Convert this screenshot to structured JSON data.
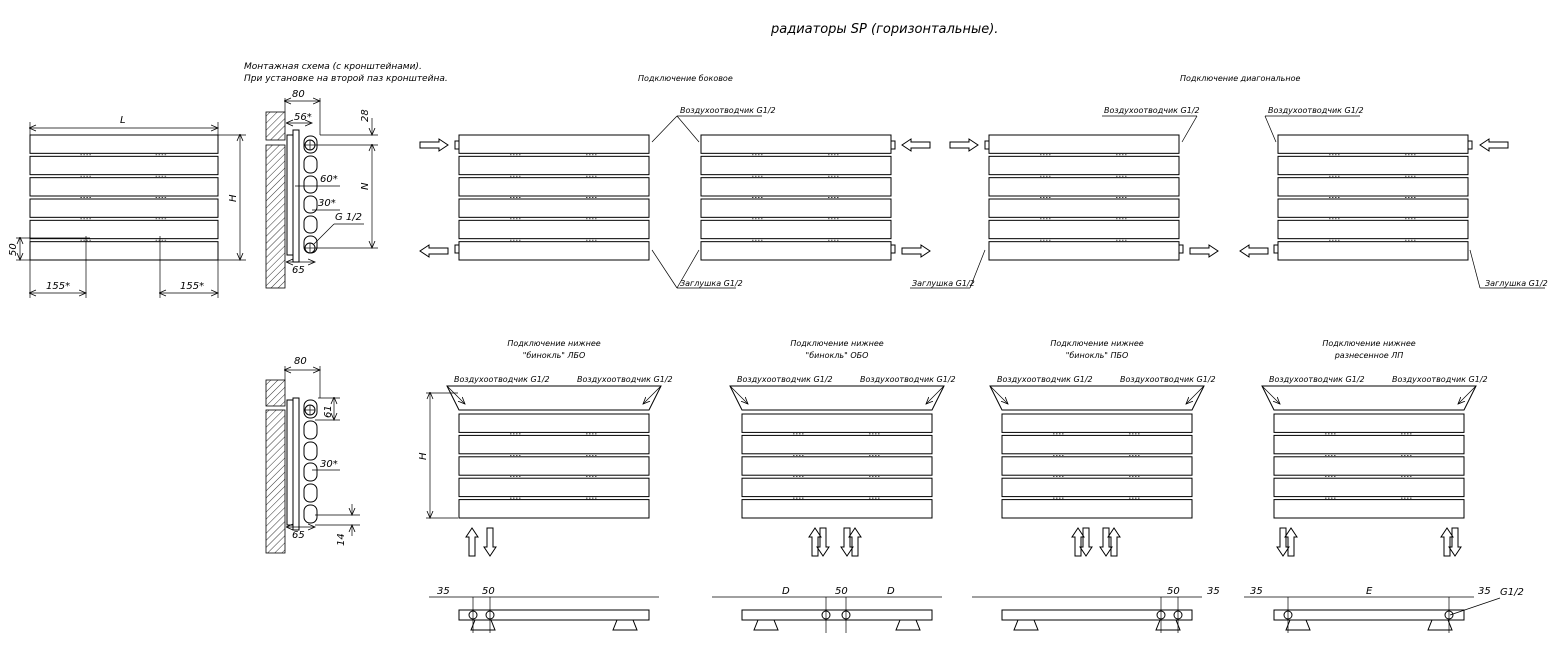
{
  "title": "радиаторы SP (горизонтальные).",
  "mounting": {
    "note_line1": "Монтажная схема (с кронштейнами).",
    "note_line2": "При установке на второй паз кронштейна.",
    "front": {
      "dim_L": "L",
      "dim_H": "H",
      "dim_50": "50",
      "dim_155_left": "155*",
      "dim_155_right": "155*"
    },
    "side": {
      "dim_80": "80",
      "dim_56": "56*",
      "dim_28": "28",
      "dim_N": "N",
      "dim_60": "60*",
      "dim_30": "30*",
      "dim_g12": "G 1/2",
      "dim_65": "65"
    }
  },
  "mounting_bottom": {
    "dim_80": "80",
    "dim_61": "61",
    "dim_30": "30*",
    "dim_65": "65",
    "dim_14": "14",
    "dim_H": "H"
  },
  "side_connection": {
    "label": "Подключение боковое",
    "air_vent": "Воздухоотводчик G1/2",
    "plug": "Заглушка G1/2"
  },
  "diagonal_connection": {
    "label": "Подключение диагональное",
    "air_vent_1": "Воздухоотводчик G1/2",
    "air_vent_2": "Воздухоотводчик G1/2",
    "plug_1": "Заглушка G1/2",
    "plug_2": "Заглушка G1/2"
  },
  "bottom_connections": [
    {
      "label_line1": "Подключение нижнее",
      "label_line2": "\"бинокль\" ЛБО",
      "vent_left": "Воздухоотводчик G1/2",
      "vent_right": "Воздухоотводчик G1/2",
      "dims": [
        "35",
        "50"
      ]
    },
    {
      "label_line1": "Подключение нижнее",
      "label_line2": "\"бинокль\" ОБО",
      "vent_left": "Воздухоотводчик G1/2",
      "vent_right": "Воздухоотводчик G1/2",
      "dims": [
        "D",
        "50",
        "D"
      ]
    },
    {
      "label_line1": "Подключение нижнее",
      "label_line2": "\"бинокль\" ПБО",
      "vent_left": "Воздухоотводчик G1/2",
      "vent_right": "Воздухоотводчик G1/2",
      "dims": [
        "50",
        "35"
      ]
    },
    {
      "label_line1": "Подключение нижнее",
      "label_line2": "разнесенное ЛП",
      "vent_left": "Воздухоотводчик G1/2",
      "vent_right": "Воздухоотводчик G1/2",
      "dims": [
        "35",
        "E",
        "35"
      ],
      "thread": "G1/2"
    }
  ]
}
